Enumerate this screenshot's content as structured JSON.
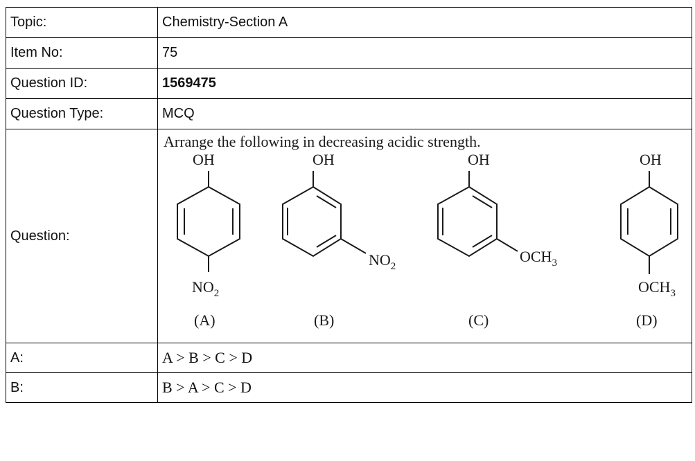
{
  "rows": {
    "topic": {
      "label": "Topic:",
      "value": "Chemistry-Section A"
    },
    "item_no": {
      "label": "Item No:",
      "value": "75"
    },
    "question_id": {
      "label": "Question ID:",
      "value": "1569475"
    },
    "question_type": {
      "label": "Question Type:",
      "value": "MCQ"
    },
    "question": {
      "label": "Question:",
      "prompt": "Arrange the following in decreasing acidic strength.",
      "structures": [
        {
          "tag": "(A)",
          "top_group": "OH",
          "substituent": "NO2",
          "position": "para"
        },
        {
          "tag": "(B)",
          "top_group": "OH",
          "substituent": "NO2",
          "position": "meta"
        },
        {
          "tag": "(C)",
          "top_group": "OH",
          "substituent": "OCH3",
          "position": "meta"
        },
        {
          "tag": "(D)",
          "top_group": "OH",
          "substituent": "OCH3",
          "position": "para"
        }
      ]
    },
    "option_a": {
      "label": "A:",
      "value": "A > B > C > D"
    },
    "option_b": {
      "label": "B:",
      "value": "B > A > C > D"
    }
  }
}
